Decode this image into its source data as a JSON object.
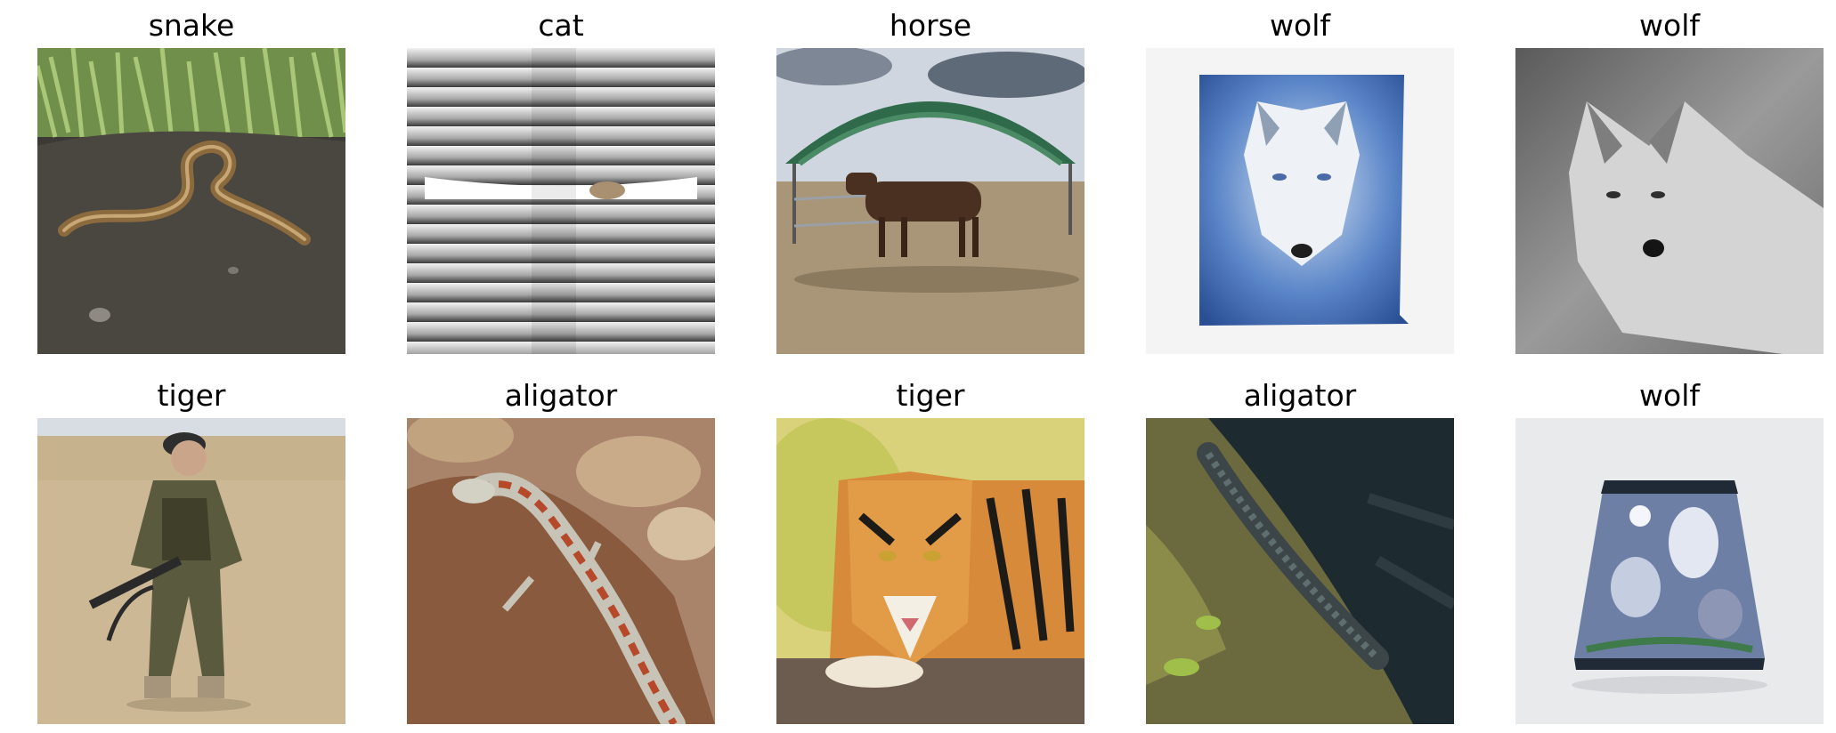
{
  "grid": {
    "rows": [
      {
        "cells": [
          {
            "label": "snake",
            "scene": "snake-photo"
          },
          {
            "label": "cat",
            "scene": "window-blinds-photo"
          },
          {
            "label": "horse",
            "scene": "horse-shelter-photo"
          },
          {
            "label": "wolf",
            "scene": "wolf-poster-photo"
          },
          {
            "label": "wolf",
            "scene": "wolf-grayscale-photo"
          }
        ]
      },
      {
        "cells": [
          {
            "label": "tiger",
            "scene": "soldier-photo"
          },
          {
            "label": "aligator",
            "scene": "lizard-on-rock-photo"
          },
          {
            "label": "tiger",
            "scene": "tiger-photo"
          },
          {
            "label": "aligator",
            "scene": "alligator-photo"
          },
          {
            "label": "wolf",
            "scene": "wolf-lampshade-photo"
          }
        ]
      }
    ]
  }
}
